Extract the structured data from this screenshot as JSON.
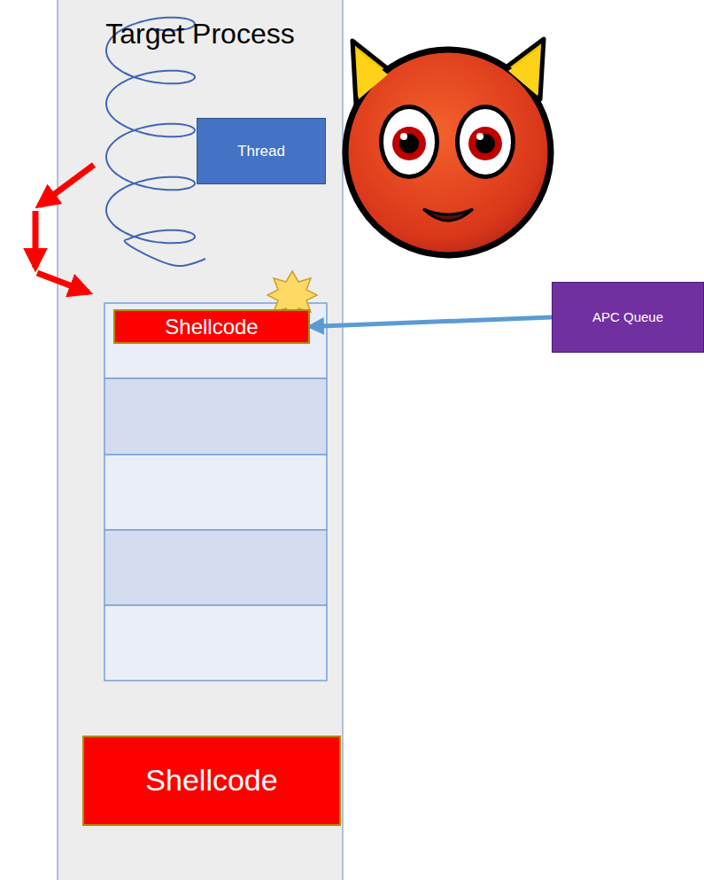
{
  "diagram": {
    "nodes": [
      {
        "text": [
          "Target Process"
        ]
      },
      {
        "text": [
          "Thread"
        ],
        "in": 0
      },
      {
        "text": [
          "Shellcode"
        ],
        "in": 0
      },
      {
        "text": [
          "APC Queue"
        ]
      },
      {
        "text": [
          "Shellcode"
        ],
        "in": 0
      }
    ],
    "edges": [
      {
        "from": 3,
        "to": 2,
        "arrow": "to"
      }
    ]
  }
}
